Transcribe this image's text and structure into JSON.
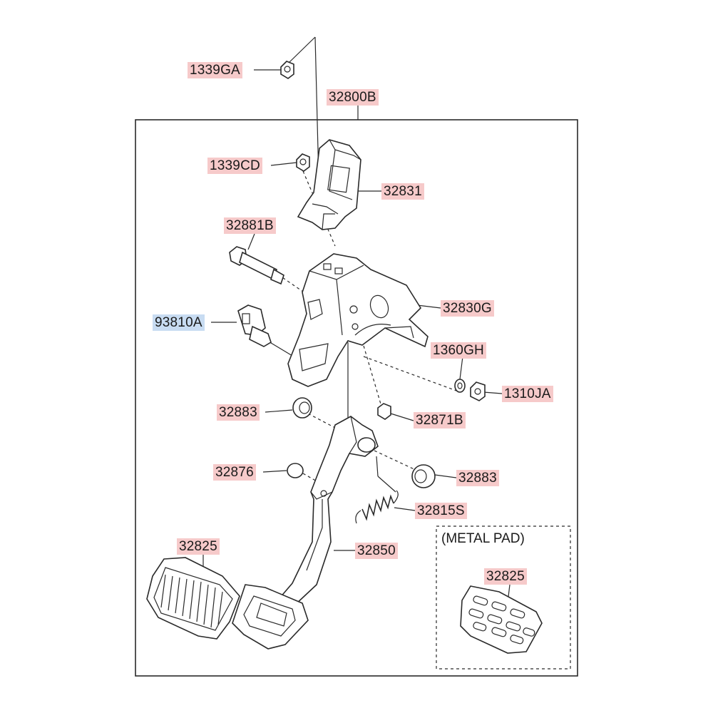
{
  "diagram": {
    "callouts": [
      {
        "id": "c-1339ga",
        "label": "1339GA",
        "highlight": false
      },
      {
        "id": "c-32800b",
        "label": "32800B",
        "highlight": false
      },
      {
        "id": "c-1339cd",
        "label": "1339CD",
        "highlight": false
      },
      {
        "id": "c-32831",
        "label": "32831",
        "highlight": false
      },
      {
        "id": "c-32881b",
        "label": "32881B",
        "highlight": false
      },
      {
        "id": "c-93810a",
        "label": "93810A",
        "highlight": true
      },
      {
        "id": "c-32830g",
        "label": "32830G",
        "highlight": false
      },
      {
        "id": "c-1360gh",
        "label": "1360GH",
        "highlight": false
      },
      {
        "id": "c-1310ja",
        "label": "1310JA",
        "highlight": false
      },
      {
        "id": "c-32883-left",
        "label": "32883",
        "highlight": false
      },
      {
        "id": "c-32871b",
        "label": "32871B",
        "highlight": false
      },
      {
        "id": "c-32876",
        "label": "32876",
        "highlight": false
      },
      {
        "id": "c-32883-right",
        "label": "32883",
        "highlight": false
      },
      {
        "id": "c-32815s",
        "label": "32815S",
        "highlight": false
      },
      {
        "id": "c-32825-rubber",
        "label": "32825",
        "highlight": false
      },
      {
        "id": "c-32850",
        "label": "32850",
        "highlight": false
      },
      {
        "id": "c-32825-metal",
        "label": "32825",
        "highlight": false
      }
    ],
    "metal_pad_caption": "(METAL PAD)",
    "colors": {
      "callout_fill": "#f6caca",
      "callout_highlight_fill": "#c8dcf2",
      "line": "#2a2a2a"
    }
  }
}
